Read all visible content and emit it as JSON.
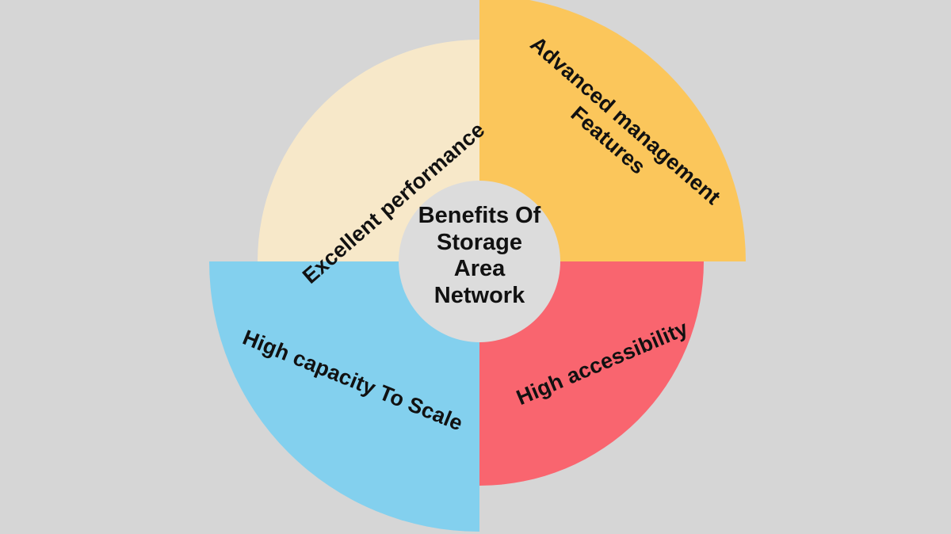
{
  "diagram": {
    "type": "donut-quadrant-infographic",
    "background_color": "#d6d6d6",
    "center": {
      "label": "Benefits Of\nStorage\nArea\nNetwork",
      "fill_color": "#dcdcdc",
      "text_color": "#111111"
    },
    "segments": [
      {
        "id": "excellent-performance",
        "label": "Excellent performance",
        "position": "top-left",
        "fill_color": "#f7e8c9",
        "radius": 280,
        "start_angle": 180,
        "end_angle": 270
      },
      {
        "id": "advanced-management-features",
        "label": "Advanced management\nFeatures",
        "position": "top-right",
        "fill_color": "#fbc65b",
        "radius": 336,
        "start_angle": 270,
        "end_angle": 360
      },
      {
        "id": "high-capacity-to-scale",
        "label": "High capacity To Scale",
        "position": "bottom-left",
        "fill_color": "#83d0ee",
        "radius": 341,
        "start_angle": 90,
        "end_angle": 180
      },
      {
        "id": "high-accessibility",
        "label": "High accessibility",
        "position": "bottom-right",
        "fill_color": "#f9656f",
        "radius": 283,
        "start_angle": 0,
        "end_angle": 90
      }
    ]
  }
}
